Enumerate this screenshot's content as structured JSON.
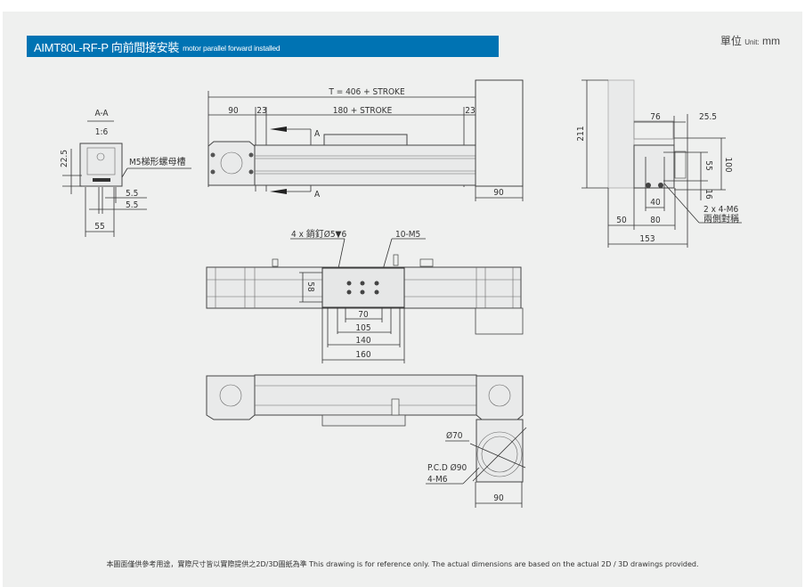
{
  "header": {
    "title": "AIMT80L-RF-P 向前間接安裝",
    "subtitle": "motor parallel forward installed",
    "unit_label": "單位",
    "unit_en": "Unit:",
    "unit_value": "mm",
    "brand_color": "#0073b3"
  },
  "section_view": {
    "label": "A-A",
    "scale": "1:6",
    "dim_height": "22.5",
    "callout": "M5梯形螺母槽",
    "dim_a": "5.5",
    "dim_b": "5.5",
    "dim_width": "55"
  },
  "front_view": {
    "total_length": "T = 406 + STROKE",
    "motor_length": "90",
    "end_left": "23",
    "effective": "180 + STROKE",
    "end_right": "23",
    "section_marker_top": "A",
    "section_marker_bottom": "A",
    "motor_width": "90"
  },
  "side_view": {
    "height_total": "211",
    "dim_76": "76",
    "dim_25_5": "25.5",
    "dim_55": "55",
    "dim_100": "100",
    "dim_16": "16",
    "dim_40": "40",
    "dim_50": "50",
    "dim_80": "80",
    "dim_153": "153",
    "callout_line1": "2 x 4-M6",
    "callout_line2": "兩側對稱"
  },
  "top_view": {
    "callout_pins": "4 x 銷釘Ø5▼6",
    "callout_holes": "10-M5",
    "dim_58": "58",
    "dim_70": "70",
    "dim_105": "105",
    "dim_140": "140",
    "dim_160": "160"
  },
  "bottom_view": {
    "dia_70": "Ø70",
    "pcd": "P.C.D Ø90",
    "holes": "4-M6",
    "width_90": "90"
  },
  "footer": {
    "disclaimer": "本圖面僅供參考用途，實際尺寸皆以實際提供之2D/3D圖紙為準 This drawing is for reference only. The actual dimensions are based on the actual 2D / 3D drawings provided."
  }
}
